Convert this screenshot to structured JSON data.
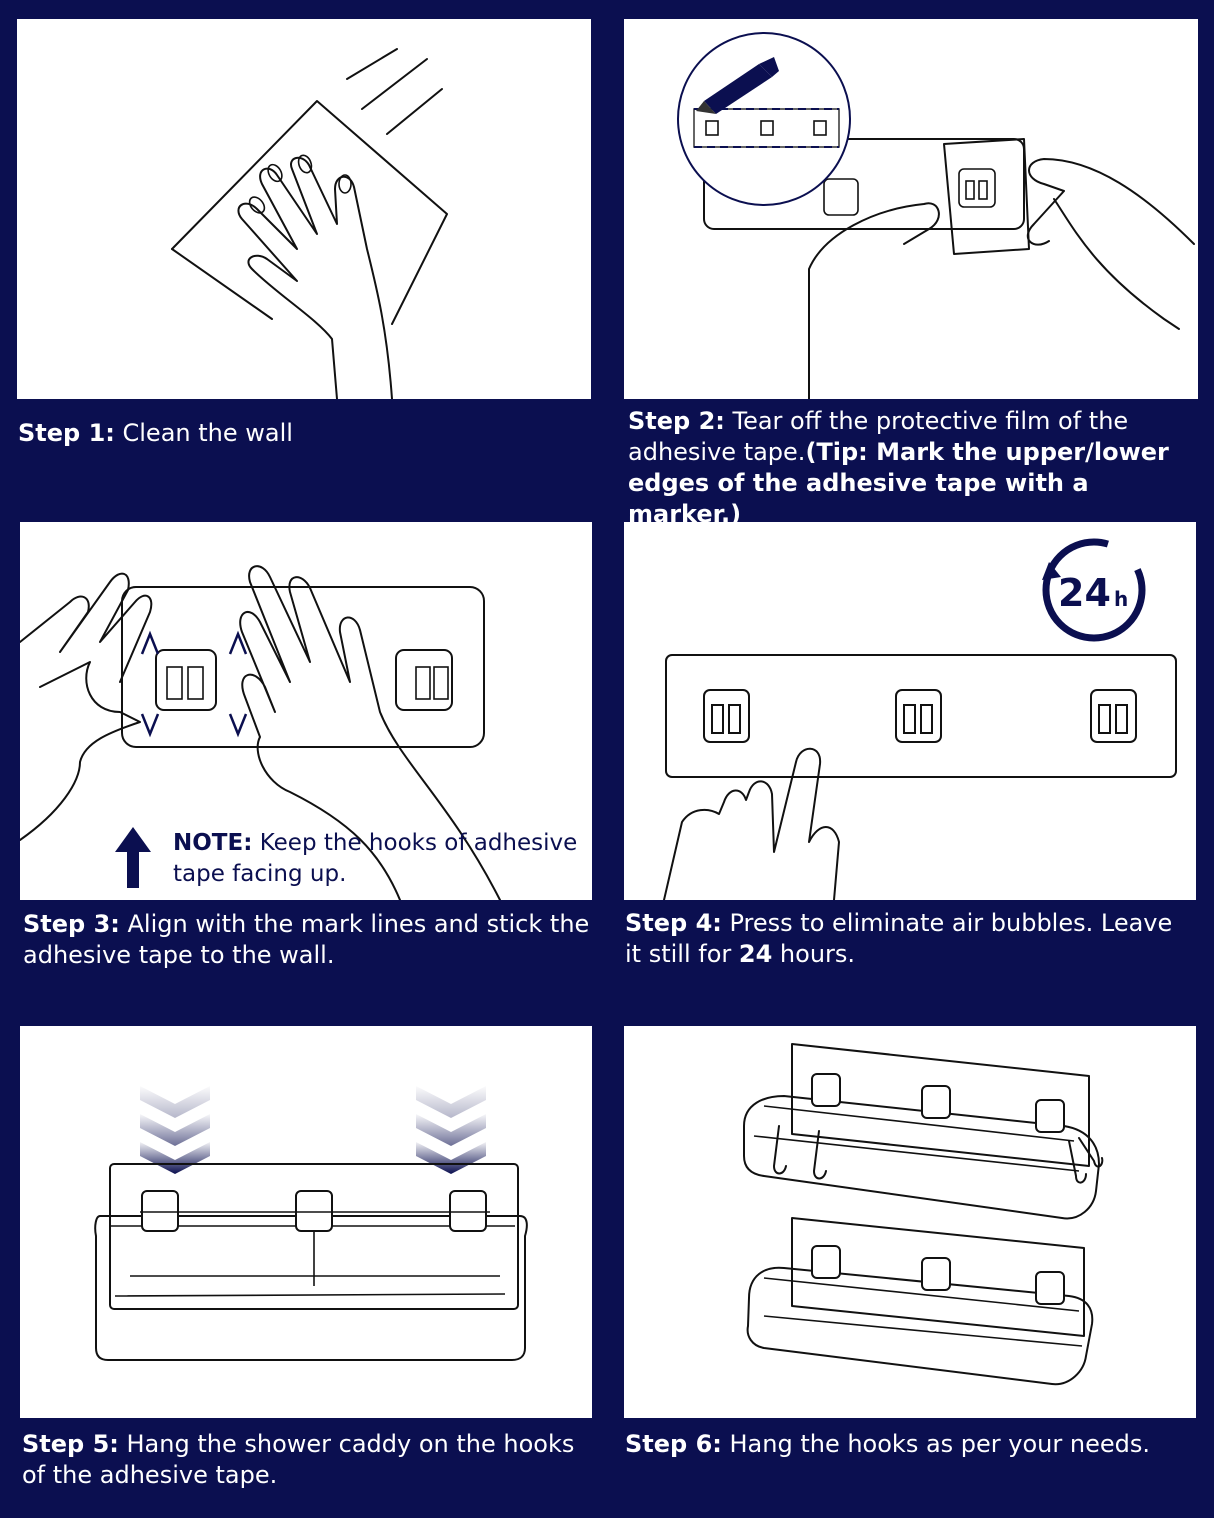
{
  "steps": [
    {
      "label": "Step 1:",
      "text": " Clean the wall"
    },
    {
      "label": "Step 2:",
      "text": " Tear off the protective film of the adhesive tape.",
      "tip": "(Tip: Mark the upper/lower edges of the adhesive tape with a marker.)"
    },
    {
      "label": "Step 3:",
      "text": " Align with the mark lines and stick the adhesive tape to the wall."
    },
    {
      "label": "Step 4:",
      "text_before": " Press to eliminate air bubbles. Leave it still for ",
      "hours_value": "24",
      "text_after": " hours."
    },
    {
      "label": "Step 5:",
      "text": " Hang the shower caddy on the hooks of the adhesive tape."
    },
    {
      "label": "Step 6:",
      "text": " Hang the hooks as per your needs."
    }
  ],
  "note": {
    "label": "NOTE:",
    "text": " Keep the hooks of adhesive tape facing up."
  },
  "timer_badge": {
    "number": "24",
    "unit": "h"
  },
  "icons": [
    "hand-wiping-icon",
    "marker-pen-icon",
    "hands-pressing-icon",
    "up-arrow-icon",
    "timer-24h-icon",
    "down-chevrons-icon",
    "shower-caddy-icon"
  ],
  "colors": {
    "background": "#0b0f50",
    "panel": "#ffffff",
    "caption_text": "#ffffff",
    "accent": "#0b0f50"
  }
}
